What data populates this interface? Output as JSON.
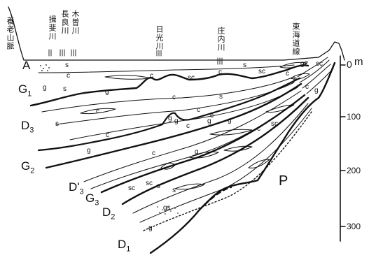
{
  "place_labels": [
    {
      "id": "yoro",
      "text": "養老山脈"
    },
    {
      "id": "ibi",
      "text": "揖斐川"
    },
    {
      "id": "nagara",
      "text": "長良川"
    },
    {
      "id": "kiso",
      "text": "木曽川"
    },
    {
      "id": "nikko",
      "text": "日光川"
    },
    {
      "id": "shonai",
      "text": "庄内川"
    },
    {
      "id": "tokaido",
      "text": "東海道線"
    }
  ],
  "formations": [
    {
      "id": "A",
      "text": "A",
      "sub": ""
    },
    {
      "id": "G1",
      "text": "G",
      "sub": "1"
    },
    {
      "id": "D3",
      "text": "D",
      "sub": "3"
    },
    {
      "id": "G2",
      "text": "G",
      "sub": "2"
    },
    {
      "id": "D3p",
      "text": "D'",
      "sub": "3"
    },
    {
      "id": "G3",
      "text": "G",
      "sub": "3"
    },
    {
      "id": "D2",
      "text": "D",
      "sub": "2"
    },
    {
      "id": "D1",
      "text": "D",
      "sub": "1"
    },
    {
      "id": "P",
      "text": "P",
      "sub": ""
    }
  ],
  "depth_scale": {
    "unit": "m",
    "ticks": [
      "0",
      "100",
      "200",
      "300"
    ]
  },
  "lithology_marks": [
    "s",
    "c",
    "s",
    "sc",
    "c",
    "g2",
    "sc",
    "c",
    "sc",
    "g",
    "s",
    "c",
    "g",
    "c",
    "c",
    "g",
    "s",
    "c",
    "c",
    "c",
    "g",
    "c",
    "sc",
    "s",
    "g",
    "c",
    "c",
    "g",
    "g",
    "c",
    "g",
    "g",
    "sc",
    "s",
    "sc",
    "gs",
    "g",
    "s",
    "c"
  ]
}
